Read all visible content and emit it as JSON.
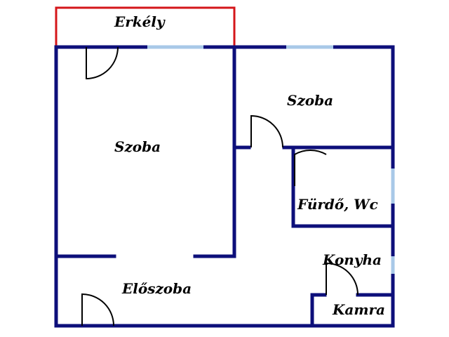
{
  "rooms": {
    "erkely": "Erkély",
    "szoba_left": "Szoba",
    "szoba_right": "Szoba",
    "furdo": "Fürdő, Wc",
    "konyha": "Konyha",
    "eloszoba": "Előszoba",
    "kamra": "Kamra"
  },
  "colors": {
    "wall": "#0d0f7a",
    "balcony": "#d4161a",
    "window": "#a8c8e8",
    "door": "#000000"
  }
}
